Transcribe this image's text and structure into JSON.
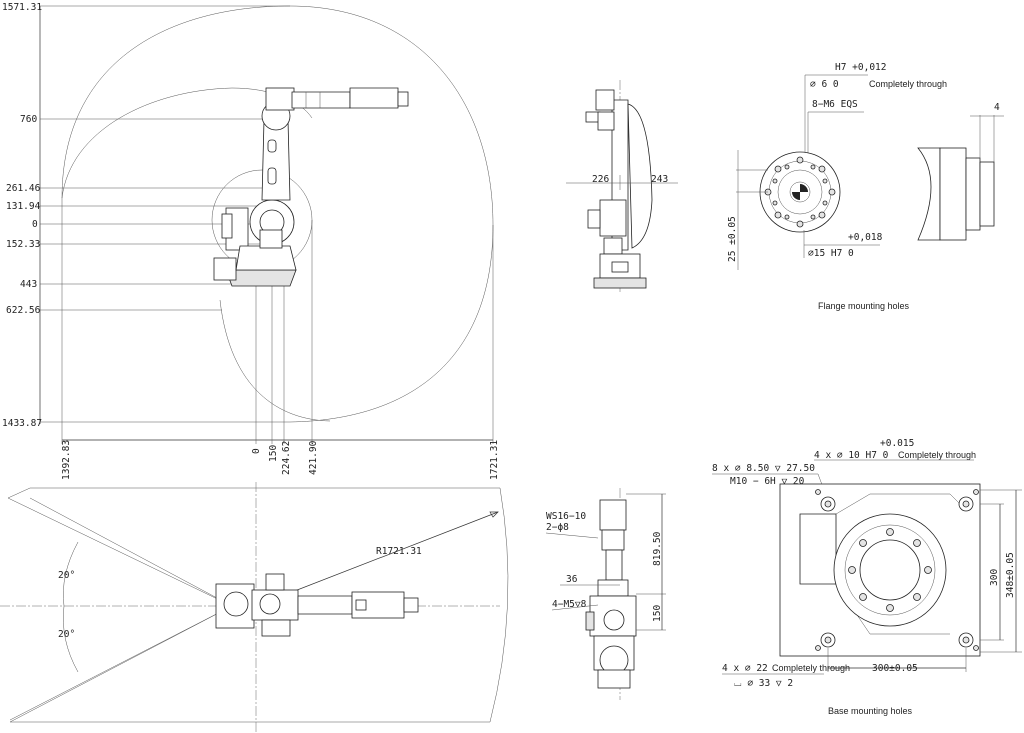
{
  "side_view": {
    "v_dims": [
      "1571.31",
      "760",
      "261.46",
      "131.94",
      "0",
      "152.33",
      "443",
      "622.56",
      "1433.87"
    ],
    "h_dims": [
      "1392.83",
      "0",
      "150",
      "224.62",
      "421.90",
      "1721.31"
    ]
  },
  "top_view": {
    "radius": "R1721.31",
    "angle_upper": "20°",
    "angle_lower": "20°"
  },
  "arm_view": {
    "dim_left": "226",
    "dim_right": "243"
  },
  "flange": {
    "tol_top_upper": "H7 +0,012",
    "tol_top_lower": "∅ 6     0",
    "through_note": "Completely through",
    "thread_note": "8−M6 EQS",
    "tol_bottom_upper": "+0,018",
    "tol_bottom_lower": "∅15 H7   0",
    "vertical_dim": "25 ±0.05",
    "depth_dim": "4",
    "caption": "Flange mounting holes"
  },
  "wrist_view": {
    "ws_label": "WS16−10",
    "ws_holes": "2−ϕ8",
    "dim_36": "36",
    "m5_label": "4−M5▽8",
    "dim_819": "819.50",
    "dim_150": "150"
  },
  "base": {
    "tol_upper": "+0.015",
    "hole_note": "4 x ∅ 10 H7   0",
    "through_note_top": "Completely through",
    "cbore_note": "8 x ∅ 8.50 ▽ 27.50",
    "thread_note": "M10 − 6H ▽ 20",
    "dim_300": "300",
    "dim_348": "348±0.05",
    "bottom_hole_note": "4 x ∅ 22",
    "through_note_bottom": "Completely through",
    "counterbore_note": "⌴ ∅ 33 ▽ 2",
    "dim_300_h": "300±0.05",
    "caption": "Base mounting holes"
  }
}
